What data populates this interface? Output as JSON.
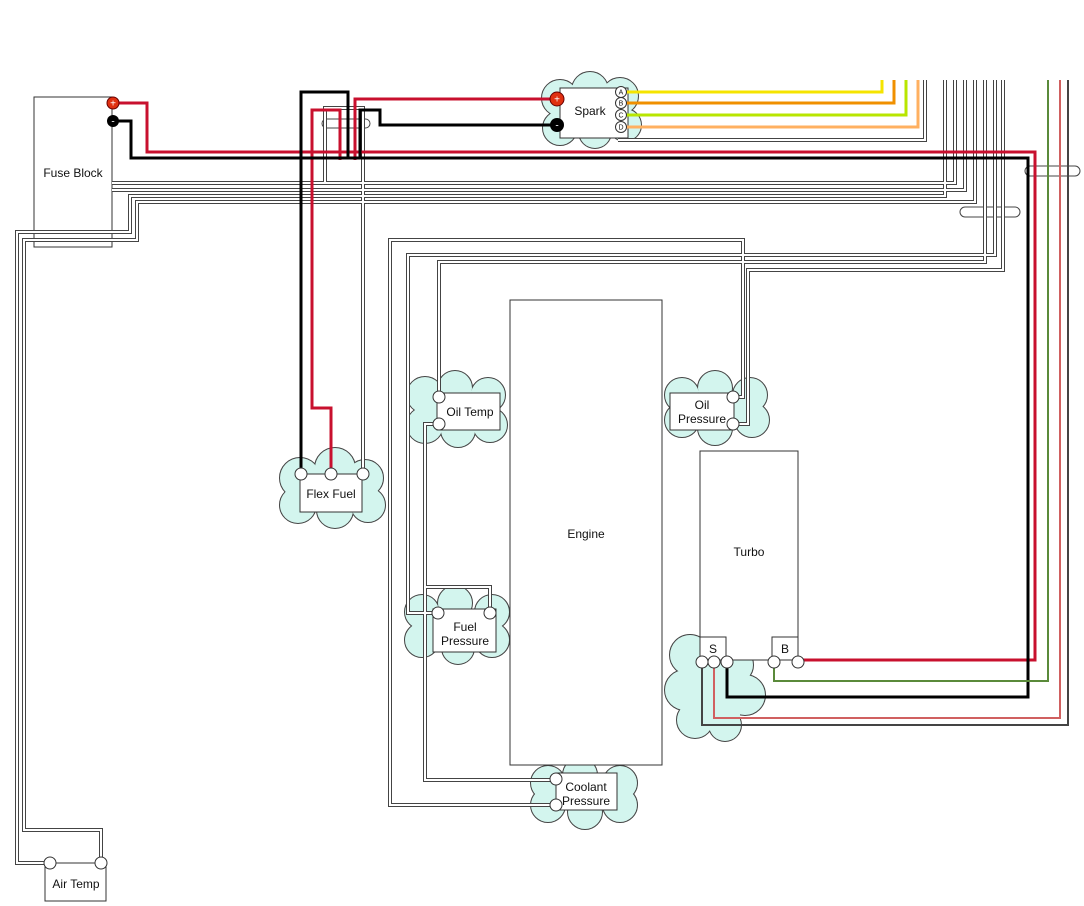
{
  "components": {
    "fuse_block": {
      "label": "Fuse Block",
      "plus": "+",
      "minus": "-"
    },
    "spark": {
      "label": "Spark",
      "plus": "+",
      "minus": "-",
      "pins": [
        "A",
        "B",
        "C",
        "D"
      ]
    },
    "flex_fuel": {
      "label": "Flex Fuel"
    },
    "oil_temp": {
      "label": "Oil Temp"
    },
    "oil_pressure": {
      "label": "Oil Pressure",
      "line1": "Oil",
      "line2": "Pressure"
    },
    "engine": {
      "label": "Engine"
    },
    "turbo": {
      "label": "Turbo",
      "s_port": "S",
      "b_port": "B"
    },
    "fuel_pressure": {
      "label": "Fuel Pressure",
      "line1": "Fuel",
      "line2": "Pressure"
    },
    "coolant_pressure": {
      "label": "Coolant Pressure",
      "line1": "Coolant",
      "line2": "Pressure"
    },
    "air_temp": {
      "label": "Air Temp"
    }
  },
  "colors": {
    "power": "#c8102e",
    "ground": "#000000",
    "spark_a": "#f5e400",
    "spark_b": "#f09000",
    "spark_c": "#b8e600",
    "spark_d": "#ffb060",
    "sensor_wire": "#444444",
    "cloud_fill": "#d3f5ee",
    "green_wire": "#5a8a3a"
  }
}
